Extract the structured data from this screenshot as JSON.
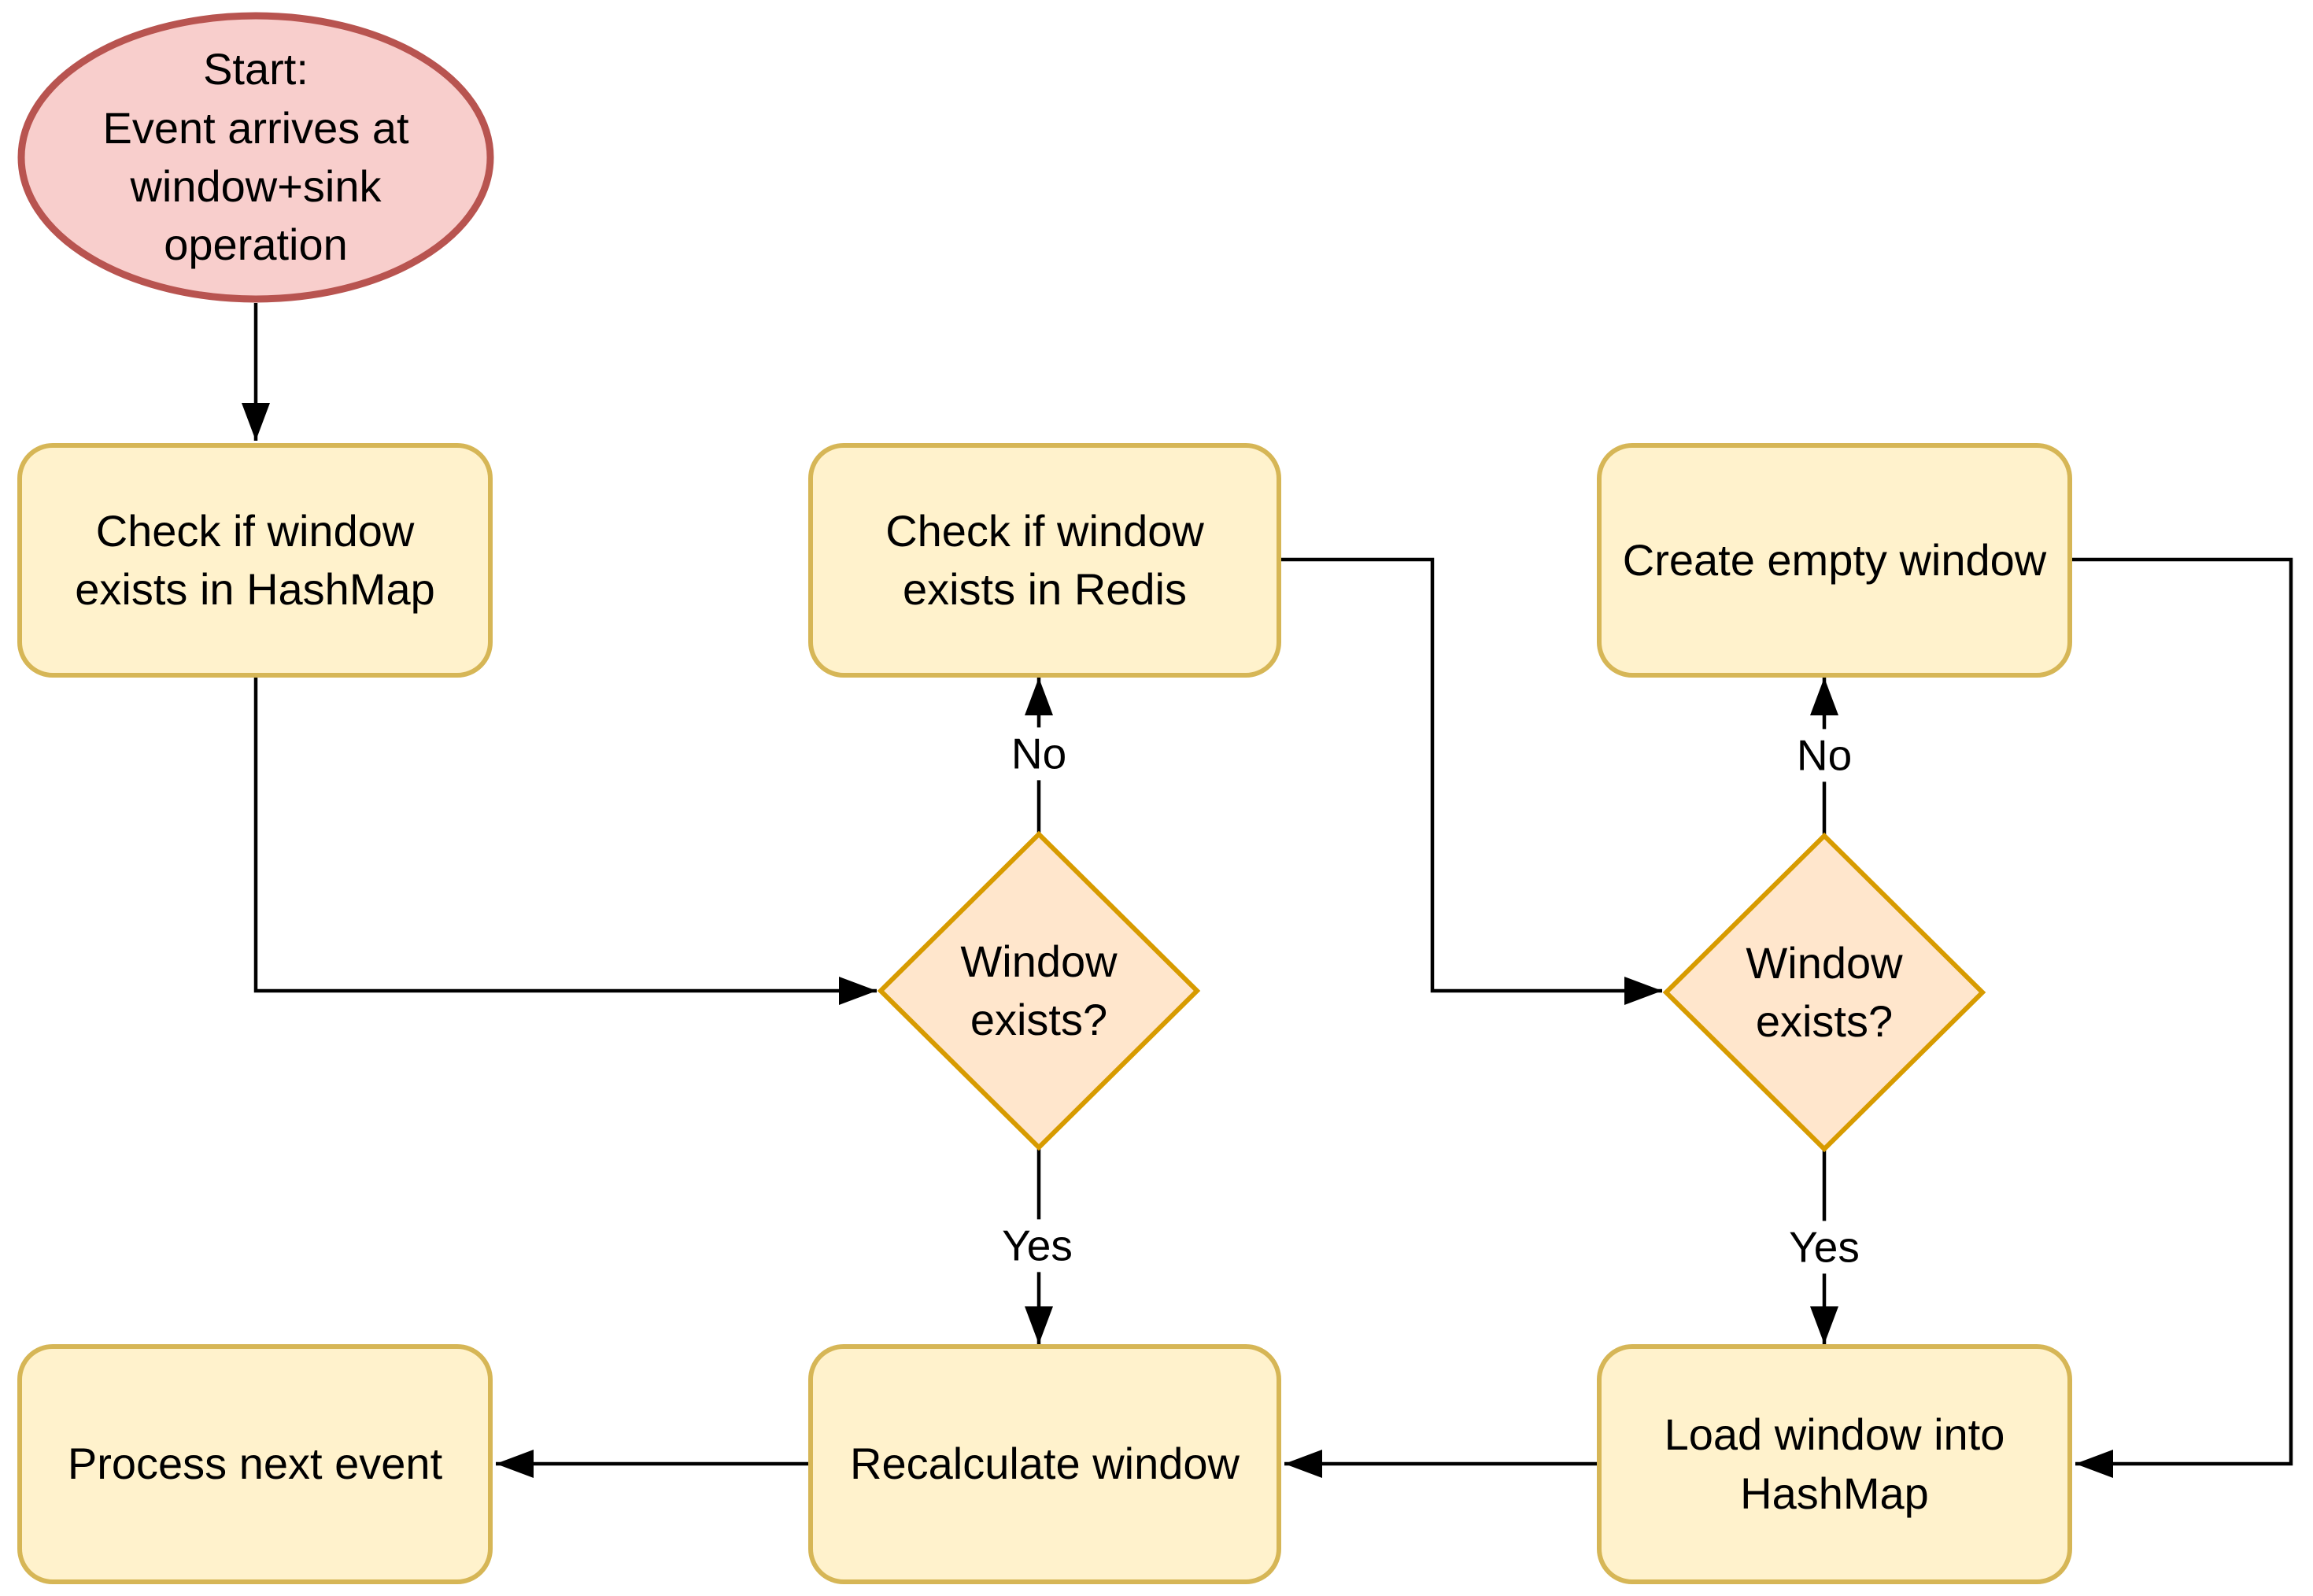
{
  "diagram": {
    "nodes": {
      "start": {
        "label": "Start:\nEvent arrives at\nwindow+sink\noperation",
        "shape": "ellipse"
      },
      "check_hashmap": {
        "label": "Check if window\nexists in HashMap",
        "shape": "rounded-rect"
      },
      "check_redis": {
        "label": "Check if window\nexists in Redis",
        "shape": "rounded-rect"
      },
      "create_empty": {
        "label": "Create empty window",
        "shape": "rounded-rect"
      },
      "decision1": {
        "label": "Window\nexists?",
        "shape": "diamond"
      },
      "decision2": {
        "label": "Window\nexists?",
        "shape": "diamond"
      },
      "process_next": {
        "label": "Process next event",
        "shape": "rounded-rect"
      },
      "recalculate": {
        "label": "Recalculate window",
        "shape": "rounded-rect"
      },
      "load_hashmap": {
        "label": "Load window into\nHashMap",
        "shape": "rounded-rect"
      }
    },
    "edge_labels": {
      "no1": "No",
      "yes1": "Yes",
      "no2": "No",
      "yes2": "Yes"
    },
    "colors": {
      "background": "#ffffff",
      "step_fill": "#fff2cc",
      "step_border": "#d6b656",
      "decision_fill": "#ffe6cc",
      "decision_border": "#d79b00",
      "start_fill": "#f8cecc",
      "start_border": "#b85450",
      "connector": "#000000",
      "text": "#000000"
    }
  }
}
